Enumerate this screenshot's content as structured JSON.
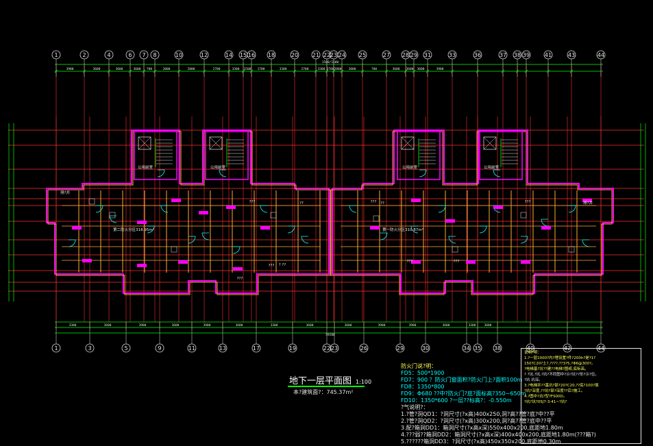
{
  "drawing": {
    "title": "地下一层平面图",
    "scale": "1:100",
    "area_label": "本?建筑面?：745.37m²",
    "top_axes": [
      "1",
      "2",
      "4",
      "6",
      "7",
      "8",
      "10",
      "12",
      "14",
      "15",
      "16",
      "18",
      "20",
      "21",
      "22",
      "23",
      "24",
      "25",
      "27",
      "28",
      "29",
      "31",
      "33",
      "36",
      "37",
      "38",
      "39",
      "41",
      "43",
      "44"
    ],
    "bottom_axes": [
      "1",
      "3",
      "5",
      "9",
      "11",
      "13",
      "17",
      "19",
      "22",
      "23",
      "26",
      "29",
      "30",
      "34",
      "35",
      "38",
      "40",
      "42",
      "44"
    ],
    "top_dims": [
      "3900",
      "3600",
      "3600",
      "3600",
      "700",
      "2000",
      "2800",
      "2700",
      "3300",
      "1500",
      "1700",
      "3300",
      "2700",
      "3300",
      "2700",
      "2800",
      "2000",
      "700",
      "3600",
      "3600",
      "3600",
      "3900"
    ],
    "bottom_dims": [
      "3300",
      "3600",
      "3900",
      "3600",
      "3900",
      "3600",
      "3300",
      "3600",
      "3600",
      "3900",
      "3900",
      "3600",
      "3300",
      "3600"
    ],
    "overall_dim": "59200",
    "center_dim": "1500/1500",
    "room_labels": [
      {
        "t": "公用前室"
      },
      {
        "t": "公用前室"
      },
      {
        "t": "公用前室"
      },
      {
        "t": "公用前室"
      },
      {
        "t": "第二防火分区318.95m²"
      },
      {
        "t": "第一防火分区310.87m²"
      },
      {
        "t": "排?井"
      },
      {
        "t": "排?井"
      },
      {
        "t": "??"
      },
      {
        "t": "??"
      },
      {
        "t": "???"
      },
      {
        "t": "???"
      },
      {
        "t": "???"
      },
      {
        "t": "???"
      },
      {
        "t": "???"
      },
      {
        "t": "???"
      },
      {
        "t": "? ??"
      },
      {
        "t": "???"
      }
    ]
  },
  "notes": {
    "header": "防火门说?明：",
    "lines": [
      {
        "c": "c",
        "t": "FD5：500*1900"
      },
      {
        "c": "c",
        "t": "FD7：900  ？防火门窗面积?防火门上?面积100m"
      },
      {
        "c": "c",
        "t": "FD8：1350*800"
      },
      {
        "c": "c",
        "t": "FD9：Φ680  ??中?防火门?底?面标高?350~650m"
      },
      {
        "c": "c",
        "t": "FD10：1350*600  ?一层??标高?：-0.550m"
      },
      {
        "c": "w",
        "t": "?气说明?："
      },
      {
        "c": "w",
        "t": "1.?管?洞QD1：?洞尺寸(?x高)400x250,洞?高??管?底?中??平"
      },
      {
        "c": "w",
        "t": "2.?管?洞QD2：?洞尺寸(?x高)300x200,洞?高??管?底中??平"
      },
      {
        "c": "w",
        "t": "3.配?箱洞DD1：箱洞尺寸(?x高x深)550x400x200,底距地1.80m"
      },
      {
        "c": "w",
        "t": "4.???弱??箱洞DD2：箱洞尺寸(?x高x深)400x400x200,底距地1.80m(???箱?)"
      },
      {
        "c": "w",
        "t": "5.??????箱洞DD3：?洞尺寸(?x高)450x350x200,底距地0.30m"
      }
    ]
  },
  "notes2": {
    "lines": [
      {
        "c": "y",
        "t": "说明?明："
      },
      {
        "c": "y",
        "t": "1.?一层1000?内?埋设置?件?200h?是?1?"
      },
      {
        "c": "y",
        "t": "150?C20?土?,????,??3?5,?Φ6@300?。"
      },
      {
        "c": "y",
        "t": "?电梯基?坑??建??电梯?图纸,底标高。"
      },
      {
        "c": "w",
        "t": "? ?坑,?坑,?坑?不同图中?示?坑??形?示?位。"
      },
      {
        "c": "w",
        "t": "?坑  坑深。"
      },
      {
        "c": "y",
        "t": "3.?电梯井??基坑?部?20?C20,??底?100?填"
      },
      {
        "c": "y",
        "t": "?坑?深度,??坑?部?深度??后?施工。"
      },
      {
        "c": "y",
        "t": "4.?图中?坑?型?FS00D。"
      },
      {
        "c": "y",
        "t": "?坑?坑?05J7-3-41~?坑?"
      }
    ]
  },
  "colors": {
    "bg": "#000000",
    "axis": "#ff3030",
    "wall": "#ff00ff",
    "wall2": "#ffaa33",
    "dim": "#00ff00",
    "door": "#00ffff",
    "text": "#e8e8e8"
  }
}
